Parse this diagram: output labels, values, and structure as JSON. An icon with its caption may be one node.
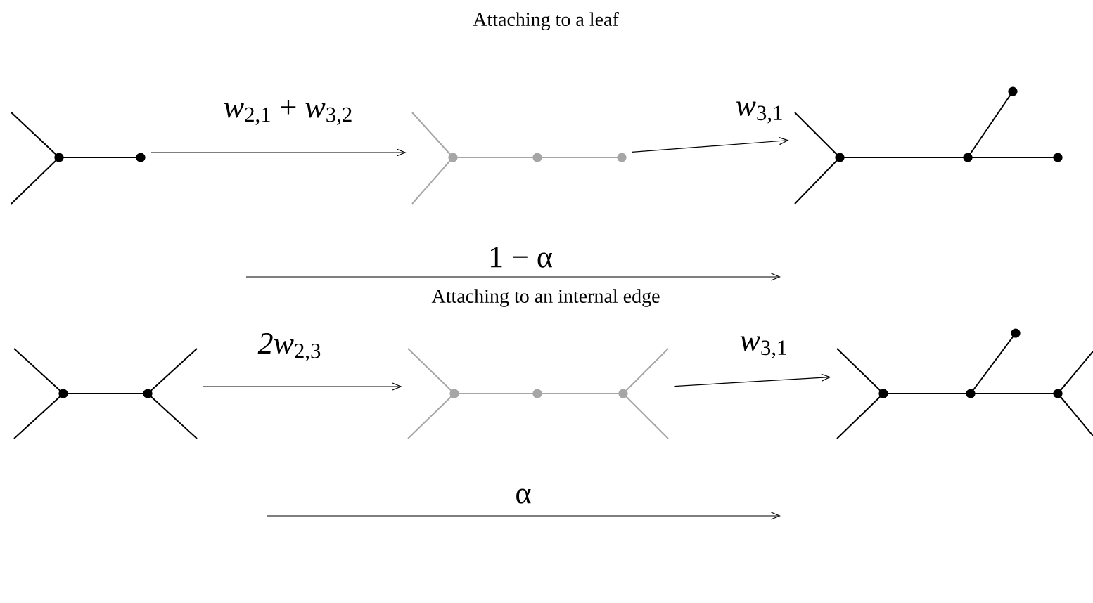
{
  "diagram": {
    "nodes": [
      {
        "text": [],
        "shape": "picture"
      },
      {
        "text": [],
        "shape": "picture"
      },
      {
        "text": [],
        "shape": "picture"
      },
      {
        "text": [],
        "shape": "picture"
      },
      {
        "text": [],
        "shape": "picture"
      },
      {
        "text": [],
        "shape": "picture"
      }
    ],
    "edges": [
      {
        "from": 0,
        "to": 1,
        "arrow": "to",
        "label": "*w*$_{2,1}$ + *w*$_{3,2}$"
      },
      {
        "from": 1,
        "to": 2,
        "arrow": "to",
        "label": "*w*$_{3,1}$"
      },
      {
        "from": 3,
        "to": 4,
        "arrow": "to",
        "label": "*2w*$_{2,3}$"
      },
      {
        "from": 4,
        "to": 5,
        "arrow": "to",
        "label": "*w*$_{3,1}$"
      }
    ],
    "labels": [
      "Attaching to a leaf",
      "1 − α",
      "Attaching to an internal edge",
      "α"
    ]
  }
}
